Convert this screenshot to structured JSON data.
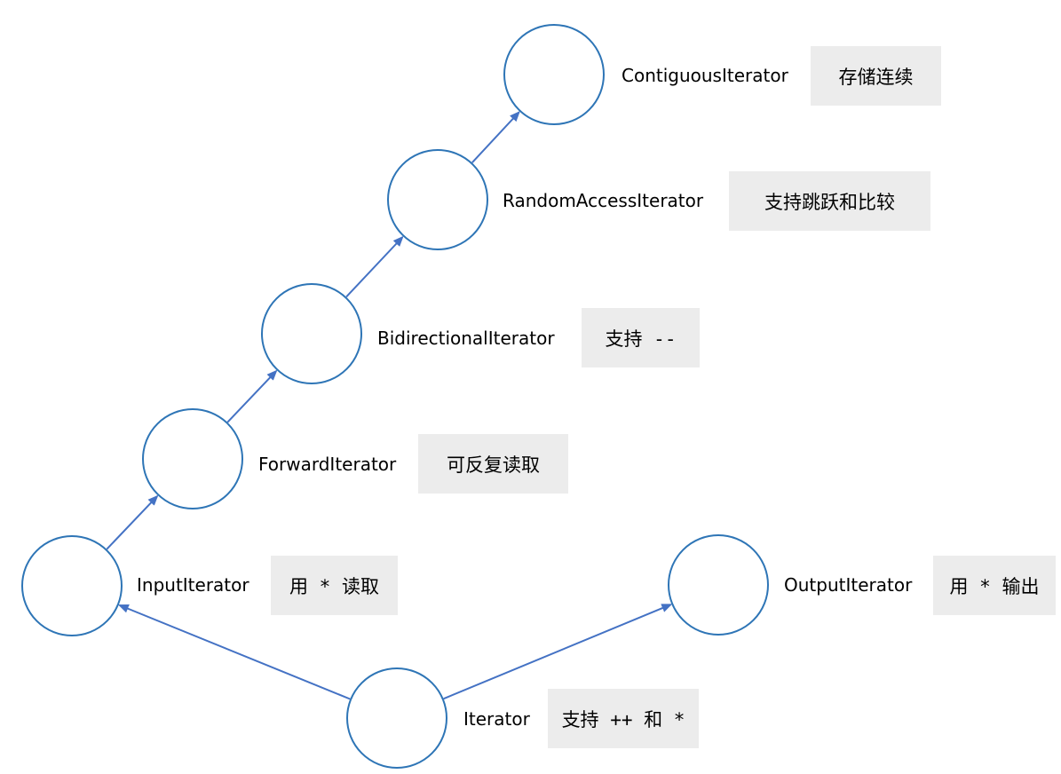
{
  "colors": {
    "node_stroke": "#2e75b6",
    "edge": "#4472c4",
    "note_bg": "#ececec"
  },
  "nodes": {
    "contiguous": {
      "name": "ContiguousIterator",
      "note": "存储连续"
    },
    "random_access": {
      "name": "RandomAccessIterator",
      "note": "支持跳跃和比较"
    },
    "bidirectional": {
      "name": "BidirectionalIterator",
      "note": "支持 --"
    },
    "forward": {
      "name": "ForwardIterator",
      "note": "可反复读取"
    },
    "input": {
      "name": "InputIterator",
      "note": "用 * 读取"
    },
    "output": {
      "name": "OutputIterator",
      "note": "用 * 输出"
    },
    "iterator": {
      "name": "Iterator",
      "note": "支持 ++ 和 *"
    }
  },
  "edges": [
    {
      "from": "iterator",
      "to": "input"
    },
    {
      "from": "iterator",
      "to": "output"
    },
    {
      "from": "input",
      "to": "forward"
    },
    {
      "from": "forward",
      "to": "bidirectional"
    },
    {
      "from": "bidirectional",
      "to": "random_access"
    },
    {
      "from": "random_access",
      "to": "contiguous"
    }
  ]
}
